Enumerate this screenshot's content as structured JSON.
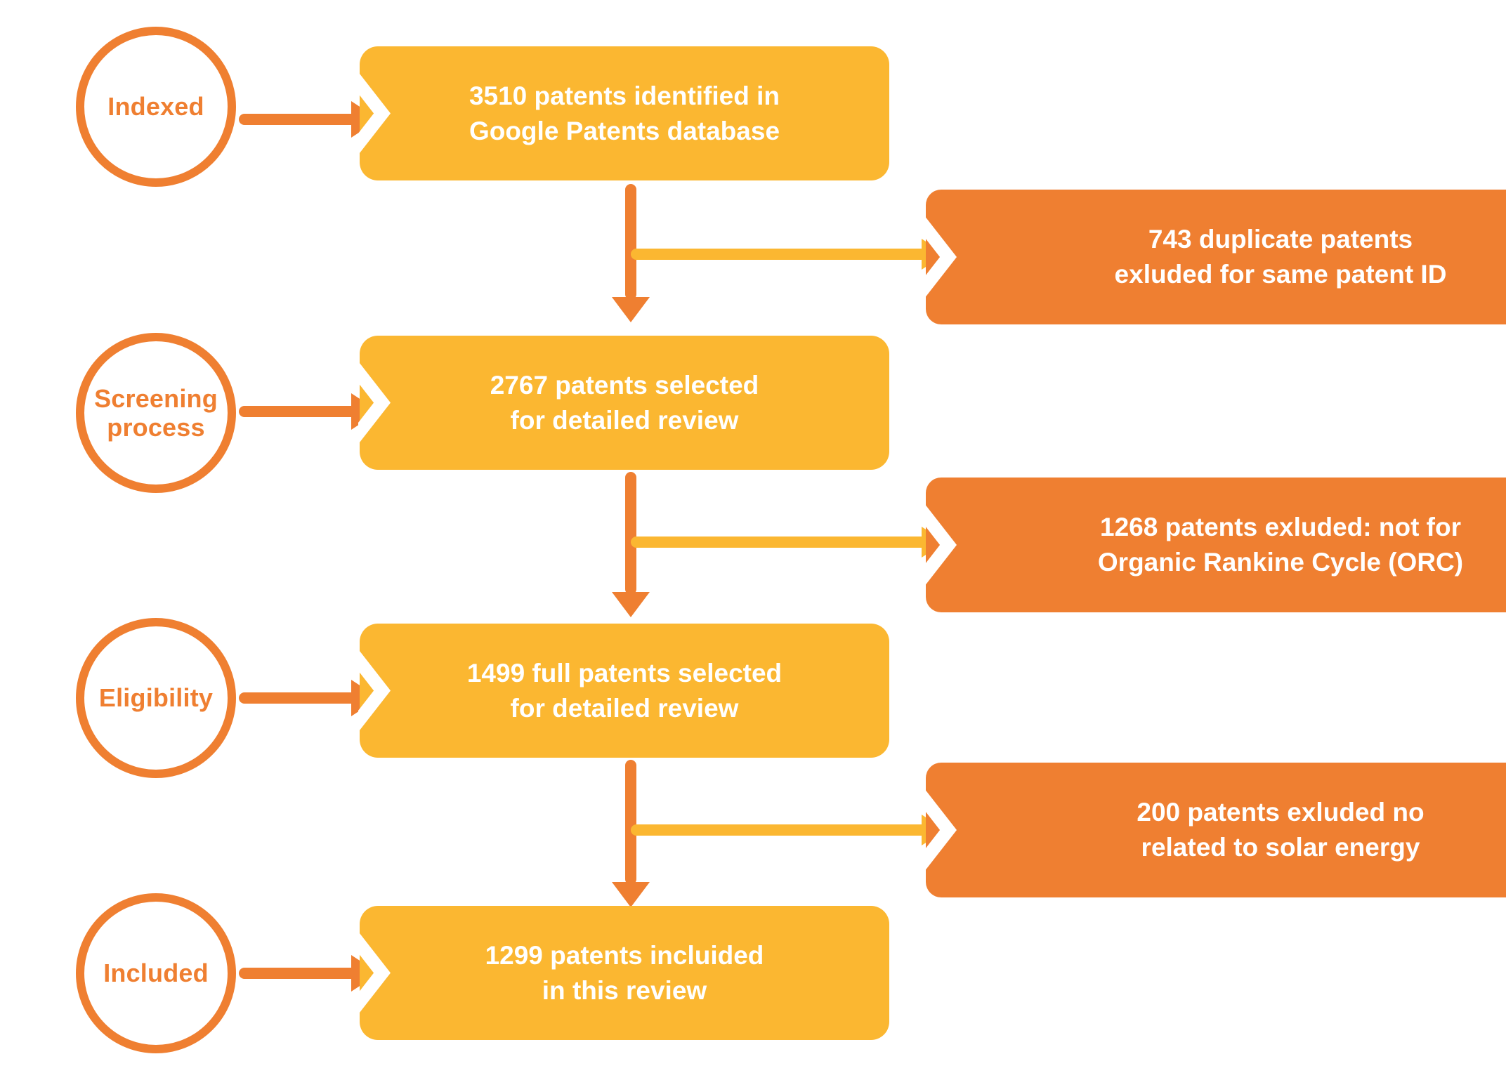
{
  "diagram": {
    "title": "Patent screening PRISMA-style flow diagram",
    "colors": {
      "orange": "#EF7F31",
      "yellow": "#FBB731",
      "white": "#FFFFFF",
      "background": "#FFFFFF"
    },
    "stages": [
      {
        "id": "indexed",
        "label": "Indexed"
      },
      {
        "id": "screening",
        "label": "Screening\nprocess"
      },
      {
        "id": "eligibility",
        "label": "Eligibility"
      },
      {
        "id": "included",
        "label": "Included"
      }
    ],
    "steps": [
      {
        "id": "step-1",
        "count": 3510,
        "text": "3510 patents identified in\nGoogle Patents database"
      },
      {
        "id": "step-2",
        "count": 2767,
        "text": "2767 patents selected\nfor detailed review"
      },
      {
        "id": "step-3",
        "count": 1499,
        "text": "1499 full patents selected\nfor detailed review"
      },
      {
        "id": "step-4",
        "count": 1299,
        "text": "1299 patents incluided\nin this review"
      }
    ],
    "exclusions": [
      {
        "id": "excl-1",
        "count": 743,
        "text": "743 duplicate patents\nexluded for same patent ID"
      },
      {
        "id": "excl-2",
        "count": 1268,
        "text": "1268 patents exluded: not for\nOrganic Rankine Cycle (ORC)"
      },
      {
        "id": "excl-3",
        "count": 200,
        "text": "200 patents exluded no\nrelated to solar energy"
      }
    ],
    "connectors": [
      {
        "id": "stage-to-step-1",
        "kind": "horizontal-arrow",
        "color": "#EF7F31"
      },
      {
        "id": "stage-to-step-2",
        "kind": "horizontal-arrow",
        "color": "#EF7F31"
      },
      {
        "id": "stage-to-step-3",
        "kind": "horizontal-arrow",
        "color": "#EF7F31"
      },
      {
        "id": "stage-to-step-4",
        "kind": "horizontal-arrow",
        "color": "#EF7F31"
      },
      {
        "id": "step-1-to-step-2",
        "kind": "vertical-arrow",
        "color": "#EF7F31"
      },
      {
        "id": "step-2-to-step-3",
        "kind": "vertical-arrow",
        "color": "#EF7F31"
      },
      {
        "id": "step-3-to-step-4",
        "kind": "vertical-arrow",
        "color": "#EF7F31"
      },
      {
        "id": "branch-to-excl-1",
        "kind": "horizontal-arrow",
        "color": "#FBB731"
      },
      {
        "id": "branch-to-excl-2",
        "kind": "horizontal-arrow",
        "color": "#FBB731"
      },
      {
        "id": "branch-to-excl-3",
        "kind": "horizontal-arrow",
        "color": "#FBB731"
      }
    ]
  }
}
